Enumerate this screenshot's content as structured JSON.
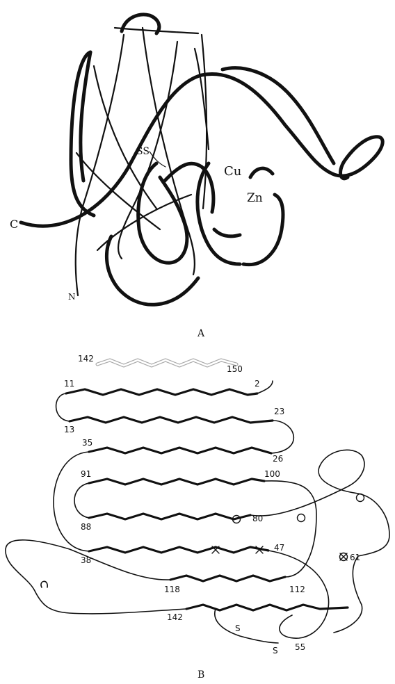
{
  "panel_a": {
    "caption": "A",
    "labels": {
      "ss": "SS",
      "cu": "Cu",
      "zn": "Zn",
      "c_term": "C",
      "n_term": "N"
    }
  },
  "panel_b": {
    "caption": "B",
    "residues": {
      "r142_top": "142",
      "r150": "150",
      "r11": "11",
      "r2": "2",
      "r13": "13",
      "r23": "23",
      "r35": "35",
      "r26": "26",
      "r91": "91",
      "r100": "100",
      "r88": "88",
      "r80": "80",
      "r38": "38",
      "r47": "47",
      "r61": "61",
      "r118": "118",
      "r112": "112",
      "r142": "142",
      "r55": "55",
      "s1": "S",
      "s2": "S"
    }
  }
}
